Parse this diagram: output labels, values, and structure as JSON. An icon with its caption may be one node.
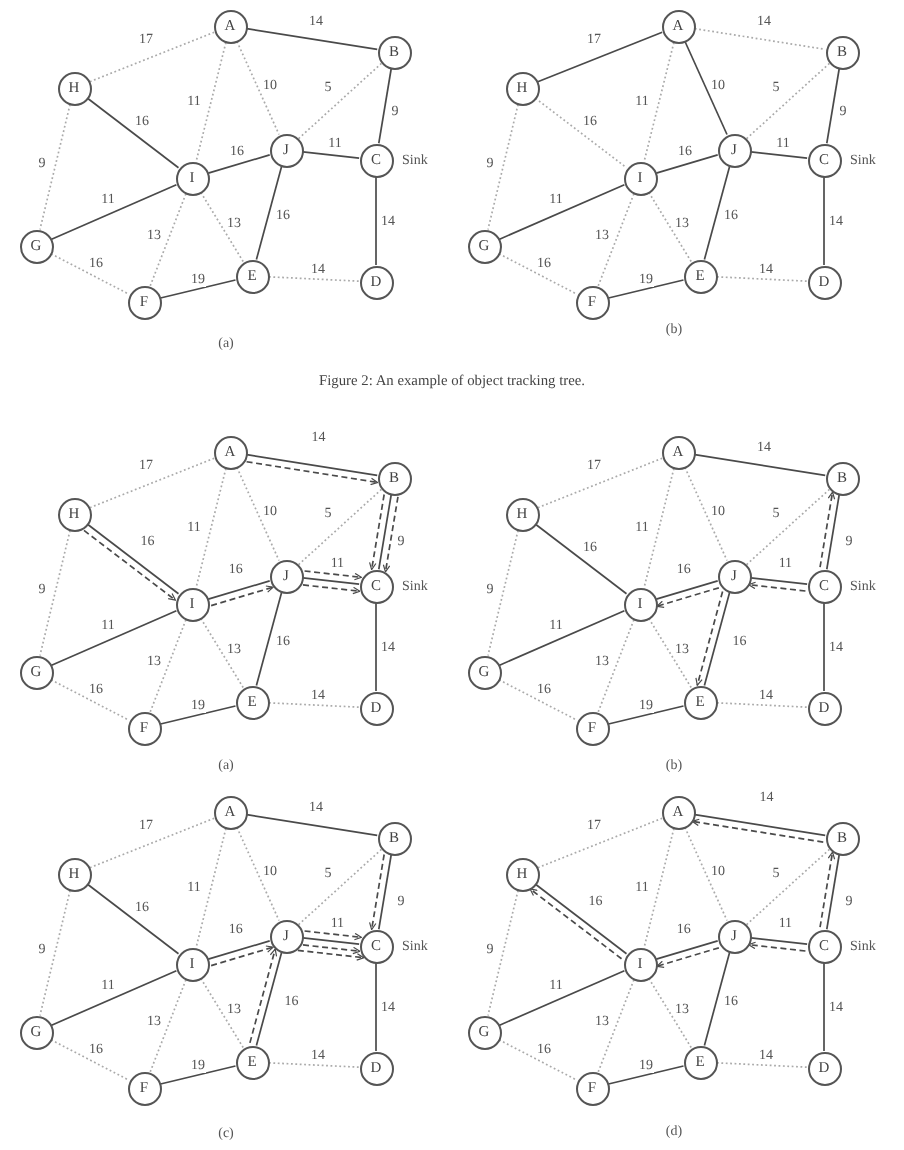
{
  "diagram": {
    "caption": "Figure 2: An example of object tracking tree.",
    "nodes": [
      {
        "text": [
          "A"
        ]
      },
      {
        "text": [
          "B"
        ]
      },
      {
        "text": [
          "H"
        ]
      },
      {
        "text": [
          "J"
        ]
      },
      {
        "text": [
          "C"
        ],
        "beside": [
          "Sink"
        ]
      },
      {
        "text": [
          "I"
        ]
      },
      {
        "text": [
          "G"
        ]
      },
      {
        "text": [
          "E"
        ]
      },
      {
        "text": [
          "D"
        ]
      },
      {
        "text": [
          "F"
        ]
      },
      {
        "text": [
          "A"
        ]
      },
      {
        "text": [
          "B"
        ]
      },
      {
        "text": [
          "H"
        ]
      },
      {
        "text": [
          "J"
        ]
      },
      {
        "text": [
          "C"
        ],
        "beside": [
          "Sink"
        ]
      },
      {
        "text": [
          "I"
        ]
      },
      {
        "text": [
          "G"
        ]
      },
      {
        "text": [
          "E"
        ]
      },
      {
        "text": [
          "D"
        ]
      },
      {
        "text": [
          "F"
        ]
      },
      {
        "text": [
          "A"
        ]
      },
      {
        "text": [
          "B"
        ]
      },
      {
        "text": [
          "H"
        ]
      },
      {
        "text": [
          "J"
        ]
      },
      {
        "text": [
          "C"
        ],
        "beside": [
          "Sink"
        ]
      },
      {
        "text": [
          "I"
        ]
      },
      {
        "text": [
          "G"
        ]
      },
      {
        "text": [
          "E"
        ]
      },
      {
        "text": [
          "D"
        ]
      },
      {
        "text": [
          "F"
        ]
      },
      {
        "text": [
          "A"
        ]
      },
      {
        "text": [
          "B"
        ]
      },
      {
        "text": [
          "H"
        ]
      },
      {
        "text": [
          "J"
        ]
      },
      {
        "text": [
          "C"
        ],
        "beside": [
          "Sink"
        ]
      },
      {
        "text": [
          "I"
        ]
      },
      {
        "text": [
          "G"
        ]
      },
      {
        "text": [
          "E"
        ]
      },
      {
        "text": [
          "D"
        ]
      },
      {
        "text": [
          "F"
        ]
      },
      {
        "text": [
          "A"
        ]
      },
      {
        "text": [
          "B"
        ]
      },
      {
        "text": [
          "H"
        ]
      },
      {
        "text": [
          "J"
        ]
      },
      {
        "text": [
          "C"
        ],
        "beside": [
          "Sink"
        ]
      },
      {
        "text": [
          "I"
        ]
      },
      {
        "text": [
          "G"
        ]
      },
      {
        "text": [
          "E"
        ]
      },
      {
        "text": [
          "D"
        ]
      },
      {
        "text": [
          "F"
        ]
      },
      {
        "text": [
          "A"
        ]
      },
      {
        "text": [
          "B"
        ]
      },
      {
        "text": [
          "H"
        ]
      },
      {
        "text": [
          "J"
        ]
      },
      {
        "text": [
          "C"
        ],
        "beside": [
          "Sink"
        ]
      },
      {
        "text": [
          "I"
        ]
      },
      {
        "text": [
          "G"
        ]
      },
      {
        "text": [
          "E"
        ]
      },
      {
        "text": [
          "D"
        ]
      },
      {
        "text": [
          "F"
        ]
      }
    ],
    "edges": [
      {
        "from": 0,
        "to": 2,
        "arrow": "none",
        "label": "17",
        "style": "dashed",
        "color": "#aaaaaa"
      },
      {
        "from": 0,
        "to": 1,
        "arrow": "none",
        "label": "14"
      },
      {
        "from": 0,
        "to": 5,
        "arrow": "none",
        "label": "11",
        "style": "dashed",
        "color": "#aaaaaa"
      },
      {
        "from": 0,
        "to": 3,
        "arrow": "none",
        "label": "10",
        "style": "dashed",
        "color": "#aaaaaa"
      },
      {
        "from": 1,
        "to": 3,
        "arrow": "none",
        "label": "5",
        "style": "dashed",
        "color": "#aaaaaa"
      },
      {
        "from": 1,
        "to": 4,
        "arrow": "none",
        "label": "9"
      },
      {
        "from": 2,
        "to": 5,
        "arrow": "none",
        "label": "16"
      },
      {
        "from": 2,
        "to": 6,
        "arrow": "none",
        "label": "9",
        "style": "dashed",
        "color": "#aaaaaa"
      },
      {
        "from": 5,
        "to": 3,
        "arrow": "none",
        "label": "16"
      },
      {
        "from": 3,
        "to": 4,
        "arrow": "none",
        "label": "11"
      },
      {
        "from": 6,
        "to": 5,
        "arrow": "none",
        "label": "11"
      },
      {
        "from": 5,
        "to": 9,
        "arrow": "none",
        "label": "13",
        "style": "dashed",
        "color": "#aaaaaa"
      },
      {
        "from": 5,
        "to": 7,
        "arrow": "none",
        "label": "13",
        "style": "dashed",
        "color": "#aaaaaa"
      },
      {
        "from": 3,
        "to": 7,
        "arrow": "none",
        "label": "16"
      },
      {
        "from": 4,
        "to": 8,
        "arrow": "none",
        "label": "14"
      },
      {
        "from": 6,
        "to": 9,
        "arrow": "none",
        "label": "16",
        "style": "dashed",
        "color": "#aaaaaa"
      },
      {
        "from": 9,
        "to": 7,
        "arrow": "none",
        "label": "19"
      },
      {
        "from": 7,
        "to": 8,
        "arrow": "none",
        "label": "14",
        "style": "dashed",
        "color": "#aaaaaa"
      },
      {
        "from": 10,
        "to": 12,
        "arrow": "none",
        "label": "17"
      },
      {
        "from": 10,
        "to": 11,
        "arrow": "none",
        "label": "14",
        "style": "dashed",
        "color": "#aaaaaa"
      },
      {
        "from": 10,
        "to": 15,
        "arrow": "none",
        "label": "11",
        "style": "dashed",
        "color": "#aaaaaa"
      },
      {
        "from": 10,
        "to": 13,
        "arrow": "none",
        "label": "10"
      },
      {
        "from": 11,
        "to": 13,
        "arrow": "none",
        "label": "5",
        "style": "dashed",
        "color": "#aaaaaa"
      },
      {
        "from": 11,
        "to": 14,
        "arrow": "none",
        "label": "9"
      },
      {
        "from": 12,
        "to": 15,
        "arrow": "none",
        "label": "16",
        "style": "dashed",
        "color": "#aaaaaa"
      },
      {
        "from": 12,
        "to": 16,
        "arrow": "none",
        "label": "9",
        "style": "dashed",
        "color": "#aaaaaa"
      },
      {
        "from": 15,
        "to": 13,
        "arrow": "none",
        "label": "16"
      },
      {
        "from": 13,
        "to": 14,
        "arrow": "none",
        "label": "11"
      },
      {
        "from": 16,
        "to": 15,
        "arrow": "none",
        "label": "11"
      },
      {
        "from": 15,
        "to": 19,
        "arrow": "none",
        "label": "13",
        "style": "dashed",
        "color": "#aaaaaa"
      },
      {
        "from": 15,
        "to": 17,
        "arrow": "none",
        "label": "13",
        "style": "dashed",
        "color": "#aaaaaa"
      },
      {
        "from": 13,
        "to": 17,
        "arrow": "none",
        "label": "16"
      },
      {
        "from": 14,
        "to": 18,
        "arrow": "none",
        "label": "14"
      },
      {
        "from": 16,
        "to": 19,
        "arrow": "none",
        "label": "16",
        "style": "dashed",
        "color": "#aaaaaa"
      },
      {
        "from": 19,
        "to": 17,
        "arrow": "none",
        "label": "19"
      },
      {
        "from": 17,
        "to": 18,
        "arrow": "none",
        "label": "14",
        "style": "dashed",
        "color": "#aaaaaa"
      },
      {
        "from": 20,
        "to": 22,
        "arrow": "none",
        "label": "17",
        "style": "dashed",
        "color": "#aaaaaa"
      },
      {
        "from": 20,
        "to": 21,
        "arrow": "none",
        "label": "14"
      },
      {
        "from": 20,
        "to": 25,
        "arrow": "none",
        "label": "11",
        "style": "dashed",
        "color": "#aaaaaa"
      },
      {
        "from": 20,
        "to": 23,
        "arrow": "none",
        "label": "10",
        "style": "dashed",
        "color": "#aaaaaa"
      },
      {
        "from": 21,
        "to": 23,
        "arrow": "none",
        "label": "5",
        "style": "dashed",
        "color": "#aaaaaa"
      },
      {
        "from": 21,
        "to": 24,
        "arrow": "none",
        "label": "9"
      },
      {
        "from": 22,
        "to": 25,
        "arrow": "none",
        "label": "16"
      },
      {
        "from": 22,
        "to": 26,
        "arrow": "none",
        "label": "9",
        "style": "dashed",
        "color": "#aaaaaa"
      },
      {
        "from": 25,
        "to": 23,
        "arrow": "none",
        "label": "16"
      },
      {
        "from": 23,
        "to": 24,
        "arrow": "none",
        "label": "11"
      },
      {
        "from": 26,
        "to": 25,
        "arrow": "none",
        "label": "11"
      },
      {
        "from": 25,
        "to": 29,
        "arrow": "none",
        "label": "13",
        "style": "dashed",
        "color": "#aaaaaa"
      },
      {
        "from": 25,
        "to": 27,
        "arrow": "none",
        "label": "13",
        "style": "dashed",
        "color": "#aaaaaa"
      },
      {
        "from": 23,
        "to": 27,
        "arrow": "none",
        "label": "16"
      },
      {
        "from": 24,
        "to": 28,
        "arrow": "none",
        "label": "14"
      },
      {
        "from": 26,
        "to": 29,
        "arrow": "none",
        "label": "16",
        "style": "dashed",
        "color": "#aaaaaa"
      },
      {
        "from": 29,
        "to": 27,
        "arrow": "none",
        "label": "19"
      },
      {
        "from": 27,
        "to": 28,
        "arrow": "none",
        "label": "14",
        "style": "dashed",
        "color": "#aaaaaa"
      },
      {
        "from": 20,
        "to": 21,
        "arrow": "to",
        "style": "dashed"
      },
      {
        "from": 21,
        "to": 24,
        "arrow": "to",
        "style": "dashed"
      },
      {
        "from": 21,
        "to": 24,
        "arrow": "to",
        "style": "dashed"
      },
      {
        "from": 22,
        "to": 25,
        "arrow": "to",
        "style": "dashed"
      },
      {
        "from": 25,
        "to": 23,
        "arrow": "to",
        "style": "dashed"
      },
      {
        "from": 23,
        "to": 24,
        "arrow": "to",
        "style": "dashed"
      },
      {
        "from": 23,
        "to": 24,
        "arrow": "to",
        "style": "dashed"
      },
      {
        "from": 30,
        "to": 32,
        "arrow": "none",
        "label": "17",
        "style": "dashed",
        "color": "#aaaaaa"
      },
      {
        "from": 30,
        "to": 31,
        "arrow": "none",
        "label": "14"
      },
      {
        "from": 30,
        "to": 35,
        "arrow": "none",
        "label": "11",
        "style": "dashed",
        "color": "#aaaaaa"
      },
      {
        "from": 30,
        "to": 33,
        "arrow": "none",
        "label": "10",
        "style": "dashed",
        "color": "#aaaaaa"
      },
      {
        "from": 31,
        "to": 33,
        "arrow": "none",
        "label": "5",
        "style": "dashed",
        "color": "#aaaaaa"
      },
      {
        "from": 31,
        "to": 34,
        "arrow": "none",
        "label": "9"
      },
      {
        "from": 32,
        "to": 35,
        "arrow": "none",
        "label": "16"
      },
      {
        "from": 32,
        "to": 36,
        "arrow": "none",
        "label": "9",
        "style": "dashed",
        "color": "#aaaaaa"
      },
      {
        "from": 35,
        "to": 33,
        "arrow": "none",
        "label": "16"
      },
      {
        "from": 33,
        "to": 34,
        "arrow": "none",
        "label": "11"
      },
      {
        "from": 36,
        "to": 35,
        "arrow": "none",
        "label": "11"
      },
      {
        "from": 35,
        "to": 39,
        "arrow": "none",
        "label": "13",
        "style": "dashed",
        "color": "#aaaaaa"
      },
      {
        "from": 35,
        "to": 37,
        "arrow": "none",
        "label": "13",
        "style": "dashed",
        "color": "#aaaaaa"
      },
      {
        "from": 33,
        "to": 37,
        "arrow": "none",
        "label": "16"
      },
      {
        "from": 34,
        "to": 38,
        "arrow": "none",
        "label": "14"
      },
      {
        "from": 36,
        "to": 39,
        "arrow": "none",
        "label": "16",
        "style": "dashed",
        "color": "#aaaaaa"
      },
      {
        "from": 39,
        "to": 37,
        "arrow": "none",
        "label": "19"
      },
      {
        "from": 37,
        "to": 38,
        "arrow": "none",
        "label": "14",
        "style": "dashed",
        "color": "#aaaaaa"
      },
      {
        "from": 34,
        "to": 31,
        "arrow": "to",
        "style": "dashed"
      },
      {
        "from": 34,
        "to": 33,
        "arrow": "to",
        "style": "dashed"
      },
      {
        "from": 33,
        "to": 35,
        "arrow": "to",
        "style": "dashed"
      },
      {
        "from": 33,
        "to": 37,
        "arrow": "to",
        "style": "dashed"
      },
      {
        "from": 40,
        "to": 42,
        "arrow": "none",
        "label": "17",
        "style": "dashed",
        "color": "#aaaaaa"
      },
      {
        "from": 40,
        "to": 41,
        "arrow": "none",
        "label": "14"
      },
      {
        "from": 40,
        "to": 45,
        "arrow": "none",
        "label": "11",
        "style": "dashed",
        "color": "#aaaaaa"
      },
      {
        "from": 40,
        "to": 43,
        "arrow": "none",
        "label": "10",
        "style": "dashed",
        "color": "#aaaaaa"
      },
      {
        "from": 41,
        "to": 43,
        "arrow": "none",
        "label": "5",
        "style": "dashed",
        "color": "#aaaaaa"
      },
      {
        "from": 41,
        "to": 44,
        "arrow": "none",
        "label": "9"
      },
      {
        "from": 42,
        "to": 45,
        "arrow": "none",
        "label": "16"
      },
      {
        "from": 42,
        "to": 46,
        "arrow": "none",
        "label": "9",
        "style": "dashed",
        "color": "#aaaaaa"
      },
      {
        "from": 45,
        "to": 43,
        "arrow": "none",
        "label": "16"
      },
      {
        "from": 43,
        "to": 44,
        "arrow": "none",
        "label": "11"
      },
      {
        "from": 46,
        "to": 45,
        "arrow": "none",
        "label": "11"
      },
      {
        "from": 45,
        "to": 49,
        "arrow": "none",
        "label": "13",
        "style": "dashed",
        "color": "#aaaaaa"
      },
      {
        "from": 45,
        "to": 47,
        "arrow": "none",
        "label": "13",
        "style": "dashed",
        "color": "#aaaaaa"
      },
      {
        "from": 43,
        "to": 47,
        "arrow": "none",
        "label": "16"
      },
      {
        "from": 44,
        "to": 48,
        "arrow": "none",
        "label": "14"
      },
      {
        "from": 46,
        "to": 49,
        "arrow": "none",
        "label": "16",
        "style": "dashed",
        "color": "#aaaaaa"
      },
      {
        "from": 49,
        "to": 47,
        "arrow": "none",
        "label": "19"
      },
      {
        "from": 47,
        "to": 48,
        "arrow": "none",
        "label": "14",
        "style": "dashed",
        "color": "#aaaaaa"
      },
      {
        "from": 41,
        "to": 44,
        "arrow": "to",
        "style": "dashed"
      },
      {
        "from": 45,
        "to": 43,
        "arrow": "to",
        "style": "dashed"
      },
      {
        "from": 47,
        "to": 43,
        "arrow": "to",
        "style": "dashed"
      },
      {
        "from": 43,
        "to": 44,
        "arrow": "to",
        "style": "dashed"
      },
      {
        "from": 43,
        "to": 44,
        "arrow": "to",
        "style": "dashed"
      },
      {
        "from": 43,
        "to": 44,
        "arrow": "to",
        "style": "dashed"
      },
      {
        "from": 50,
        "to": 52,
        "arrow": "none",
        "label": "17",
        "style": "dashed",
        "color": "#aaaaaa"
      },
      {
        "from": 50,
        "to": 51,
        "arrow": "none",
        "label": "14"
      },
      {
        "from": 50,
        "to": 55,
        "arrow": "none",
        "label": "11",
        "style": "dashed",
        "color": "#aaaaaa"
      },
      {
        "from": 50,
        "to": 53,
        "arrow": "none",
        "label": "10",
        "style": "dashed",
        "color": "#aaaaaa"
      },
      {
        "from": 51,
        "to": 53,
        "arrow": "none",
        "label": "5",
        "style": "dashed",
        "color": "#aaaaaa"
      },
      {
        "from": 51,
        "to": 54,
        "arrow": "none",
        "label": "9"
      },
      {
        "from": 52,
        "to": 55,
        "arrow": "none",
        "label": "16"
      },
      {
        "from": 52,
        "to": 56,
        "arrow": "none",
        "label": "9",
        "style": "dashed",
        "color": "#aaaaaa"
      },
      {
        "from": 55,
        "to": 53,
        "arrow": "none",
        "label": "16"
      },
      {
        "from": 53,
        "to": 54,
        "arrow": "none",
        "label": "11"
      },
      {
        "from": 56,
        "to": 55,
        "arrow": "none",
        "label": "11"
      },
      {
        "from": 55,
        "to": 59,
        "arrow": "none",
        "label": "13",
        "style": "dashed",
        "color": "#aaaaaa"
      },
      {
        "from": 55,
        "to": 57,
        "arrow": "none",
        "label": "13",
        "style": "dashed",
        "color": "#aaaaaa"
      },
      {
        "from": 53,
        "to": 57,
        "arrow": "none",
        "label": "16"
      },
      {
        "from": 54,
        "to": 58,
        "arrow": "none",
        "label": "14"
      },
      {
        "from": 56,
        "to": 59,
        "arrow": "none",
        "label": "16",
        "style": "dashed",
        "color": "#aaaaaa"
      },
      {
        "from": 59,
        "to": 57,
        "arrow": "none",
        "label": "19"
      },
      {
        "from": 57,
        "to": 58,
        "arrow": "none",
        "label": "14",
        "style": "dashed",
        "color": "#aaaaaa"
      },
      {
        "from": 51,
        "to": 50,
        "arrow": "to",
        "style": "dashed"
      },
      {
        "from": 54,
        "to": 51,
        "arrow": "to",
        "style": "dashed"
      },
      {
        "from": 54,
        "to": 53,
        "arrow": "to",
        "style": "dashed"
      },
      {
        "from": 53,
        "to": 55,
        "arrow": "to",
        "style": "dashed"
      },
      {
        "from": 55,
        "to": 52,
        "arrow": "to",
        "style": "dashed"
      }
    ],
    "labels": [
      "(a)",
      "(b)",
      "(a)",
      "(b)",
      "(c)",
      "(d)"
    ]
  }
}
